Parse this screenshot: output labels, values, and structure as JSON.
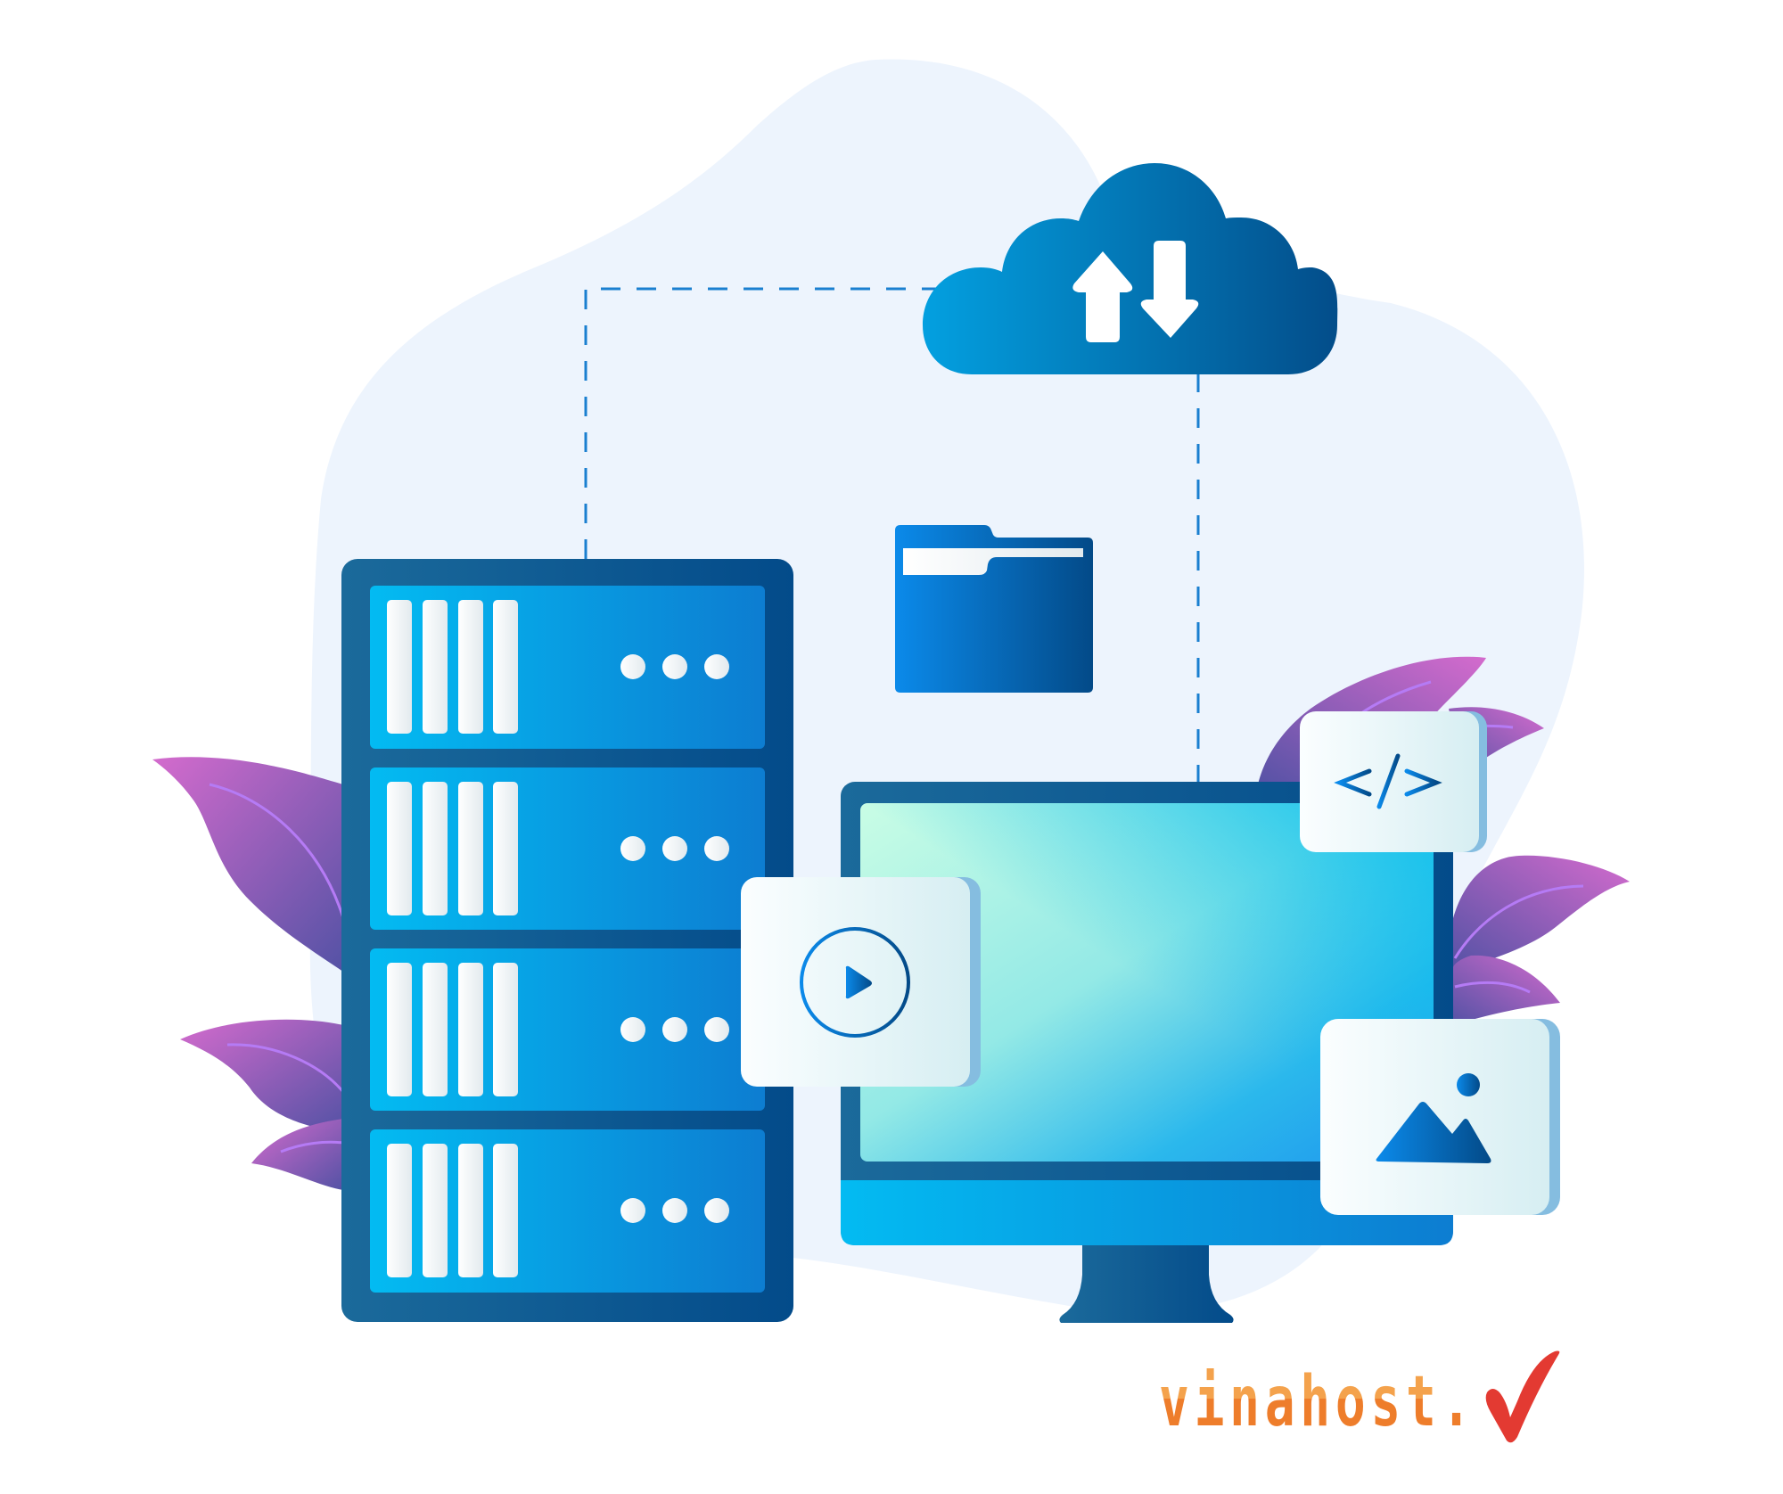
{
  "scene": {
    "title": "Cloud hosting illustration",
    "background_blob_color": "#edf4fd",
    "dashed_line_color": "#1a7fd0"
  },
  "cloud": {
    "icon": "cloud-upload-download-icon",
    "arrows": [
      "arrow-up",
      "arrow-down"
    ],
    "gradient": [
      "#03a0e0",
      "#034d8a"
    ]
  },
  "server_rack": {
    "icon": "server-rack-icon",
    "units": [
      {
        "slots": 4,
        "leds": 3
      },
      {
        "slots": 4,
        "leds": 3
      },
      {
        "slots": 4,
        "leds": 3
      },
      {
        "slots": 4,
        "leds": 3
      }
    ],
    "frame_gradient": [
      "#1b6a9b",
      "#034b8a"
    ],
    "panel_gradient": [
      "#03b9f0",
      "#0c7fd2"
    ]
  },
  "folder": {
    "icon": "folder-icon",
    "gradient": [
      "#0b8aea",
      "#034a88"
    ]
  },
  "monitor": {
    "icon": "desktop-monitor-icon",
    "screen_gradient": [
      "#c8fde6",
      "#03aef0"
    ],
    "bezel_color": "#0c5a95"
  },
  "cards": {
    "code": {
      "icon": "code-brackets-icon",
      "glyph": "</>"
    },
    "video": {
      "icon": "play-video-icon"
    },
    "image": {
      "icon": "image-landscape-icon"
    }
  },
  "leaves": {
    "gradient": [
      "#d169cc",
      "#5653a6"
    ],
    "vein_color": "#b57bf5"
  },
  "logo": {
    "text": "vinahost.",
    "check_icon": "red-checkmark-icon",
    "text_color_top": "#f4a24c",
    "text_color_bottom": "#ee7d2b",
    "check_color": "#e33a32"
  }
}
